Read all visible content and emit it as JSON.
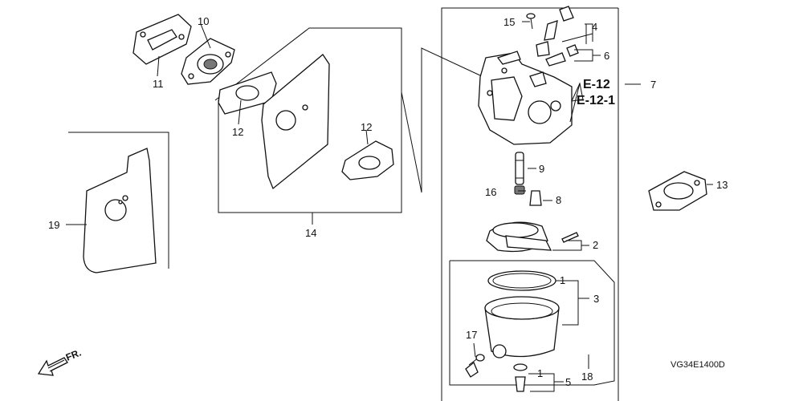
{
  "callouts": {
    "p1a": "1",
    "p1b": "1",
    "p2": "2",
    "p3": "3",
    "p4": "4",
    "p5": "5",
    "p6": "6",
    "p7": "7",
    "p8": "8",
    "p9": "9",
    "p10": "10",
    "p11": "11",
    "p12a": "12",
    "p12b": "12",
    "p13": "13",
    "p14": "14",
    "p15": "15",
    "p16": "16",
    "p17": "17",
    "p18": "18",
    "p19": "19"
  },
  "references": [
    "E-12",
    "E-12-1"
  ],
  "direction_label": "FR.",
  "diagram_code": "VG34E1400D"
}
